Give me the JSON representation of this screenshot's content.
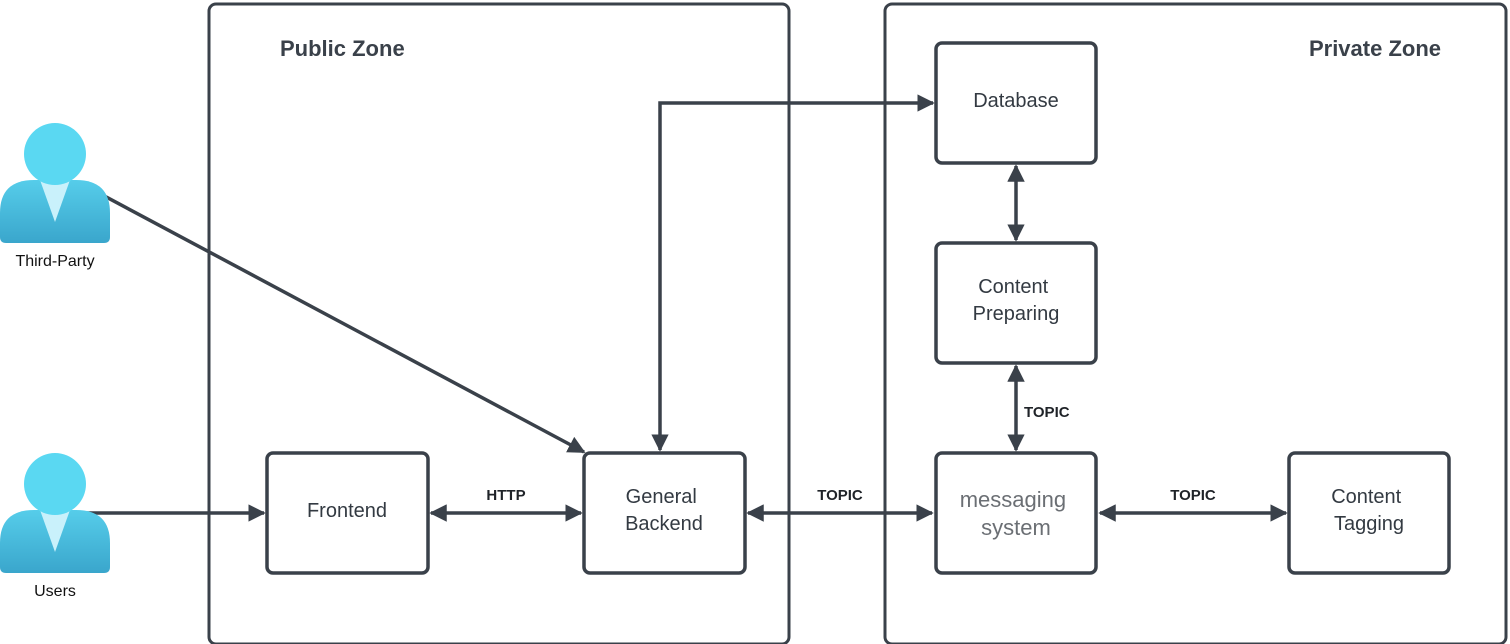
{
  "zones": {
    "public": {
      "title": "Public Zone"
    },
    "private": {
      "title": "Private Zone"
    }
  },
  "actors": {
    "third_party": {
      "label": "Third-Party",
      "icon": "user-icon"
    },
    "users": {
      "label": "Users",
      "icon": "user-icon"
    }
  },
  "nodes": {
    "frontend": {
      "lines": [
        "Frontend"
      ]
    },
    "general_backend": {
      "lines": [
        "General",
        "Backend"
      ]
    },
    "database": {
      "lines": [
        "Database"
      ]
    },
    "content_preparing": {
      "lines": [
        "Content",
        "Preparing"
      ]
    },
    "messaging_system": {
      "lines": [
        "messaging",
        "system"
      ]
    },
    "content_tagging": {
      "lines": [
        "Content",
        "Tagging"
      ]
    }
  },
  "edges": {
    "frontend_backend": {
      "label": "HTTP"
    },
    "backend_messaging": {
      "label": "TOPIC"
    },
    "preparing_messaging": {
      "label": "TOPIC"
    },
    "messaging_tagging": {
      "label": "TOPIC"
    }
  },
  "colors": {
    "stroke": "#3a414a",
    "actor_head": "#5ad8f2",
    "actor_body": "#4cc0e0",
    "actor_body_dark": "#3aa6cc",
    "actor_collar": "#c9f1fb"
  }
}
